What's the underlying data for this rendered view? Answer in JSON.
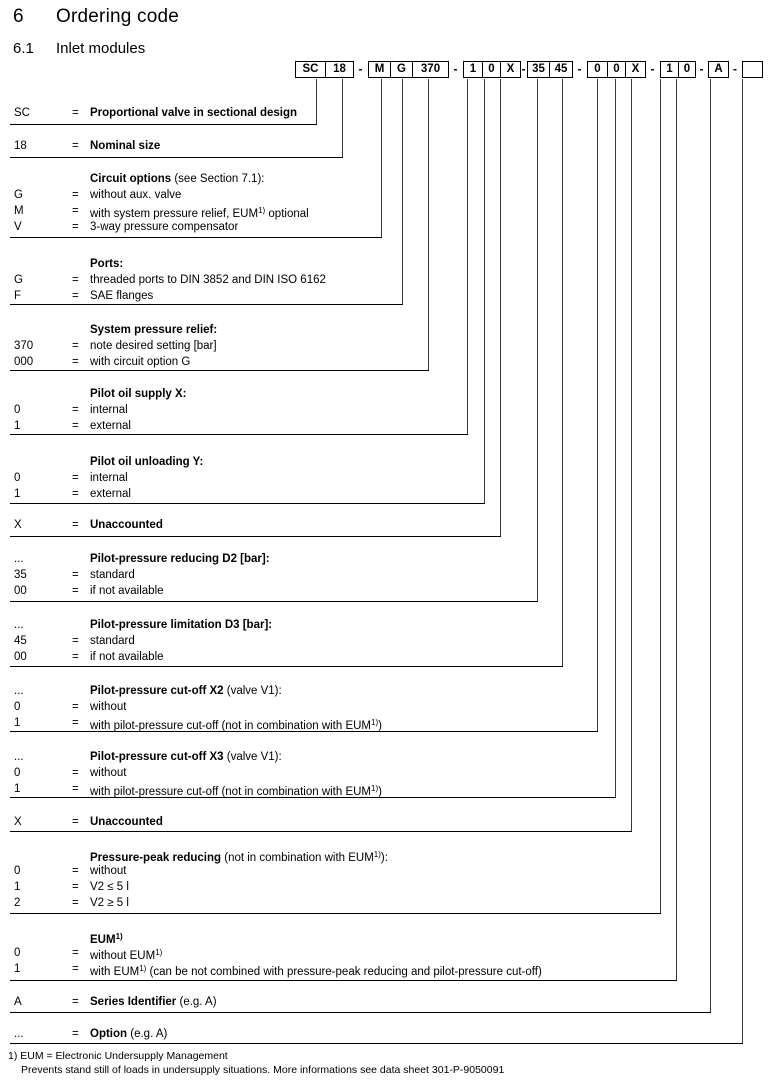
{
  "title": {
    "number": "6",
    "text": "Ordering code"
  },
  "subtitle": {
    "number": "6.1",
    "text": "Inlet modules"
  },
  "code_bar": {
    "separator": "-",
    "groups": [
      [
        "SC",
        "18"
      ],
      [
        "M",
        "G",
        "370"
      ],
      [
        "1",
        "0",
        "X"
      ],
      [
        "35",
        "45"
      ],
      [
        "0",
        "0",
        "X"
      ],
      [
        "1",
        "0"
      ],
      [
        "A"
      ],
      [
        ""
      ]
    ]
  },
  "rows": [
    {
      "name": "series",
      "lines": [
        {
          "code": "SC",
          "eq": "=",
          "desc": [
            [
              "b",
              "Proportional valve in sectional design"
            ]
          ]
        }
      ]
    },
    {
      "name": "nominal-size",
      "lines": [
        {
          "code": "18",
          "eq": "=",
          "desc": [
            [
              "b",
              "Nominal size"
            ]
          ]
        }
      ]
    },
    {
      "name": "circuit-options",
      "lines": [
        {
          "code": "",
          "eq": "",
          "desc": [
            [
              "b",
              "Circuit options "
            ],
            [
              "r",
              "(see Section 7.1):"
            ]
          ]
        },
        {
          "code": "G",
          "eq": "=",
          "desc": [
            [
              "r",
              "without aux. valve"
            ]
          ]
        },
        {
          "code": "M",
          "eq": "=",
          "desc": [
            [
              "r",
              "with system pressure relief, EUM"
            ],
            [
              "s",
              "1)"
            ],
            [
              "r",
              " optional"
            ]
          ]
        },
        {
          "code": "V",
          "eq": "=",
          "desc": [
            [
              "r",
              "3-way pressure compensator"
            ]
          ]
        }
      ]
    },
    {
      "name": "ports",
      "lines": [
        {
          "code": "",
          "eq": "",
          "desc": [
            [
              "b",
              "Ports:"
            ]
          ]
        },
        {
          "code": "G",
          "eq": "=",
          "desc": [
            [
              "r",
              "threaded ports to DIN 3852 and DIN ISO 6162"
            ]
          ]
        },
        {
          "code": "F",
          "eq": "=",
          "desc": [
            [
              "r",
              "SAE flanges"
            ]
          ]
        }
      ]
    },
    {
      "name": "system-pressure-relief",
      "lines": [
        {
          "code": "",
          "eq": "",
          "desc": [
            [
              "b",
              "System pressure relief:"
            ]
          ]
        },
        {
          "code": "370",
          "eq": "=",
          "desc": [
            [
              "r",
              "note desired setting [bar]"
            ]
          ]
        },
        {
          "code": "000",
          "eq": "=",
          "desc": [
            [
              "r",
              "with circuit option G"
            ]
          ]
        }
      ]
    },
    {
      "name": "pilot-oil-supply-x",
      "lines": [
        {
          "code": "",
          "eq": "",
          "desc": [
            [
              "b",
              "Pilot oil supply X:"
            ]
          ]
        },
        {
          "code": "0",
          "eq": "=",
          "desc": [
            [
              "r",
              "internal"
            ]
          ]
        },
        {
          "code": "1",
          "eq": "=",
          "desc": [
            [
              "r",
              "external"
            ]
          ]
        }
      ]
    },
    {
      "name": "pilot-oil-unloading-y",
      "lines": [
        {
          "code": "",
          "eq": "",
          "desc": [
            [
              "b",
              "Pilot oil unloading Y:"
            ]
          ]
        },
        {
          "code": "0",
          "eq": "=",
          "desc": [
            [
              "r",
              "internal"
            ]
          ]
        },
        {
          "code": "1",
          "eq": "=",
          "desc": [
            [
              "r",
              "external"
            ]
          ]
        }
      ]
    },
    {
      "name": "unaccounted-1",
      "lines": [
        {
          "code": "X",
          "eq": "=",
          "desc": [
            [
              "b",
              "Unaccounted"
            ]
          ]
        }
      ]
    },
    {
      "name": "pilot-pressure-reducing-d2",
      "lines": [
        {
          "code": "...",
          "eq": "",
          "desc": [
            [
              "b",
              "Pilot-pressure reducing D2 [bar]:"
            ]
          ]
        },
        {
          "code": "35",
          "eq": "=",
          "desc": [
            [
              "r",
              "standard"
            ]
          ]
        },
        {
          "code": "00",
          "eq": "=",
          "desc": [
            [
              "r",
              "if not available"
            ]
          ]
        }
      ]
    },
    {
      "name": "pilot-pressure-limitation-d3",
      "lines": [
        {
          "code": "...",
          "eq": "",
          "desc": [
            [
              "b",
              "Pilot-pressure limitation D3 [bar]:"
            ]
          ]
        },
        {
          "code": "45",
          "eq": "=",
          "desc": [
            [
              "r",
              "standard"
            ]
          ]
        },
        {
          "code": "00",
          "eq": "=",
          "desc": [
            [
              "r",
              "if not available"
            ]
          ]
        }
      ]
    },
    {
      "name": "pilot-pressure-cut-off-x2",
      "lines": [
        {
          "code": "...",
          "eq": "",
          "desc": [
            [
              "b",
              "Pilot-pressure cut-off X2 "
            ],
            [
              "r",
              "(valve V1):"
            ]
          ]
        },
        {
          "code": "0",
          "eq": "=",
          "desc": [
            [
              "r",
              "without"
            ]
          ]
        },
        {
          "code": "1",
          "eq": "=",
          "desc": [
            [
              "r",
              "with pilot-pressure cut-off (not in combination with EUM"
            ],
            [
              "s",
              "1)"
            ],
            [
              "r",
              ")"
            ]
          ]
        }
      ]
    },
    {
      "name": "pilot-pressure-cut-off-x3",
      "lines": [
        {
          "code": "...",
          "eq": "",
          "desc": [
            [
              "b",
              "Pilot-pressure cut-off X3 "
            ],
            [
              "r",
              "(valve V1):"
            ]
          ]
        },
        {
          "code": "0",
          "eq": "=",
          "desc": [
            [
              "r",
              "without"
            ]
          ]
        },
        {
          "code": "1",
          "eq": "=",
          "desc": [
            [
              "r",
              "with pilot-pressure cut-off (not in combination with EUM"
            ],
            [
              "s",
              "1)"
            ],
            [
              "r",
              ")"
            ]
          ]
        }
      ]
    },
    {
      "name": "unaccounted-2",
      "lines": [
        {
          "code": "X",
          "eq": "=",
          "desc": [
            [
              "b",
              "Unaccounted"
            ]
          ]
        }
      ]
    },
    {
      "name": "pressure-peak-reducing",
      "lines": [
        {
          "code": "",
          "eq": "",
          "desc": [
            [
              "b",
              "Pressure-peak reducing "
            ],
            [
              "r",
              "(not in combination with EUM"
            ],
            [
              "s",
              "1)"
            ],
            [
              "r",
              "):"
            ]
          ]
        },
        {
          "code": "0",
          "eq": "=",
          "desc": [
            [
              "r",
              "without"
            ]
          ]
        },
        {
          "code": "1",
          "eq": "=",
          "desc": [
            [
              "r",
              "V2 ≤ 5 l"
            ]
          ]
        },
        {
          "code": "2",
          "eq": "=",
          "desc": [
            [
              "r",
              "V2 ≥ 5 l"
            ]
          ]
        }
      ]
    },
    {
      "name": "eum",
      "lines": [
        {
          "code": "",
          "eq": "",
          "desc": [
            [
              "b",
              "EUM"
            ],
            [
              "u",
              "1)"
            ]
          ]
        },
        {
          "code": "0",
          "eq": "=",
          "desc": [
            [
              "r",
              "without EUM"
            ],
            [
              "s",
              "1)"
            ]
          ]
        },
        {
          "code": "1",
          "eq": "=",
          "desc": [
            [
              "r",
              "with EUM"
            ],
            [
              "s",
              "1)"
            ],
            [
              "r",
              " (can be not combined with pressure-peak reducing and pilot-pressure cut-off)"
            ]
          ]
        }
      ]
    },
    {
      "name": "series-identifier",
      "lines": [
        {
          "code": "A",
          "eq": "=",
          "desc": [
            [
              "b",
              "Series Identifier "
            ],
            [
              "r",
              "(e.g. A)"
            ]
          ]
        }
      ]
    },
    {
      "name": "option",
      "lines": [
        {
          "code": "...",
          "eq": "=",
          "desc": [
            [
              "b",
              "Option "
            ],
            [
              "r",
              "(e.g. A)"
            ]
          ]
        }
      ]
    }
  ],
  "footnote": {
    "line1": "1) EUM = Electronic Undersupply Management",
    "line2": "Prevents stand still of loads in undersupply situations. More informations see data sheet 301-P-9050091"
  }
}
